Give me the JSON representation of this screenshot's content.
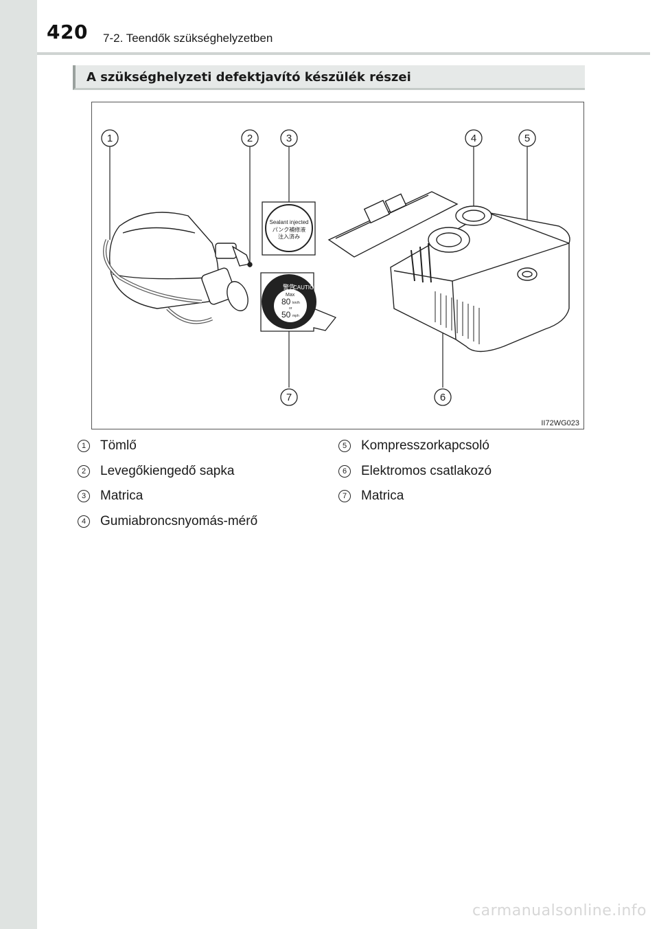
{
  "header": {
    "page_number": "420",
    "chapter": "7-2. Teendők szükséghelyzetben"
  },
  "section": {
    "title": "A szükséghelyzeti defektjavító készülék részei"
  },
  "figure": {
    "code": "II72WG023",
    "callouts": [
      "1",
      "2",
      "3",
      "4",
      "5",
      "6",
      "7"
    ],
    "sticker_sealant": {
      "line1": "Sealant injected",
      "line2": "パンク補修液",
      "line3": "注入済み"
    },
    "sticker_caution": {
      "warning_jp": "警告",
      "warning_en": "CAUTION",
      "max": "Max",
      "speed_kmh": "80",
      "unit_kmh": "km/h",
      "or": "or",
      "speed_mph": "50",
      "unit_mph": "mph"
    }
  },
  "legend": [
    {
      "num": "1",
      "label": "Tömlő"
    },
    {
      "num": "2",
      "label": "Levegőkiengedő sapka"
    },
    {
      "num": "3",
      "label": "Matrica"
    },
    {
      "num": "4",
      "label": "Gumiabroncsnyomás-mérő"
    },
    {
      "num": "5",
      "label": "Kompresszorkapcsoló"
    },
    {
      "num": "6",
      "label": "Elektromos csatlakozó"
    },
    {
      "num": "7",
      "label": "Matrica"
    }
  ],
  "watermark": "carmanualsonline.info"
}
